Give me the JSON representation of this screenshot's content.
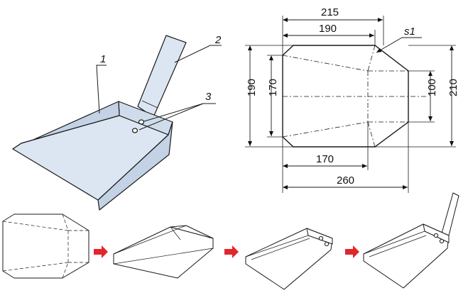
{
  "callouts": [
    "1",
    "2",
    "3"
  ],
  "dimensions": {
    "w215": "215",
    "w190": "190",
    "s1": "s1",
    "h190": "190",
    "h170": "170",
    "h100": "100",
    "h210": "210",
    "b170": "170",
    "b260": "260"
  },
  "colors": {
    "metal_fill": "#dbe6f2",
    "metal_dark": "#c3d2e4",
    "metal_mid": "#cfdceb",
    "outline": "#1a1a1a",
    "arrow": "#e1262c"
  },
  "icons": [
    "arrow-right-icon",
    "arrow-right-icon",
    "arrow-right-icon"
  ]
}
